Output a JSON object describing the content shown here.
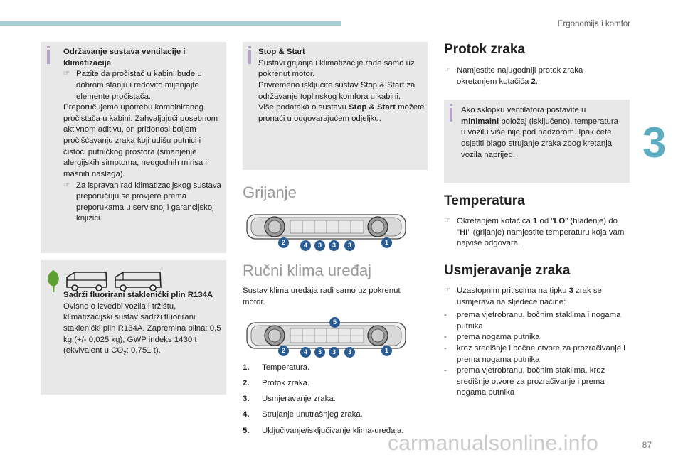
{
  "header": {
    "running_head": "Ergonomija i komfor",
    "chapter": "3",
    "page_number": "87"
  },
  "watermark": "carmanualsonline.info",
  "maintenance_box": {
    "title": "Održavanje sustava ventilacije i klimatizacije",
    "bullet1": "Pazite da pročistač u kabini bude u dobrom stanju i redovito mijenjajte elemente pročistača.",
    "para": "Preporučujemo upotrebu kombiniranog pročistača u kabini. Zahvaljujući posebnom aktivnom aditivu, on pridonosi boljem pročišćavanju zraka koji udišu putnici i čistoći putničkog prostora (smanjenje alergijskih simptoma, neugodnih mirisa i masnih naslaga).",
    "bullet2": "Za ispravan rad klimatizacijskog sustava preporučuju se provjere prema preporukama u servisnoj i garancijskoj knjižici."
  },
  "eco_box": {
    "title": "Sadrži fluorirani staklenički plin R134A",
    "text_before_sub": "Ovisno o izvedbi vozila i tržištu, klimatizacijski sustav sadrži fluorirani staklenički plin R134A. Zapremina plina: 0,5 kg (+/- 0,025 kg), GWP indeks 1430 t (ekvivalent u CO",
    "sub": "2",
    "text_after_sub": ": 0,751 t).",
    "icons": [
      "leaf-icon",
      "van-icon",
      "van-icon"
    ]
  },
  "stop_start_box": {
    "title": "Stop & Start",
    "line1": "Sustavi grijanja i klimatizacije rade samo uz pokrenut motor.",
    "line2": "Privremeno isključite sustav Stop & Start za održavanje toplinskog komfora u kabini.",
    "line3_pre": "Više podataka o sustavu ",
    "line3_bold": "Stop & Start",
    "line3_post": " možete pronaći u odgovarajućem odjeljku."
  },
  "grijanje": {
    "title": "Grijanje",
    "callouts": [
      "2",
      "4",
      "3",
      "3",
      "3",
      "1"
    ]
  },
  "rucni": {
    "title": "Ručni klima uređaj",
    "intro": "Sustav klima uređaja radi samo uz pokrenut motor.",
    "callouts": [
      "5",
      "2",
      "4",
      "3",
      "3",
      "3",
      "1"
    ],
    "items": [
      {
        "n": "1.",
        "t": "Temperatura."
      },
      {
        "n": "2.",
        "t": "Protok zraka."
      },
      {
        "n": "3.",
        "t": "Usmjeravanje zraka."
      },
      {
        "n": "4.",
        "t": "Strujanje unutrašnjeg zraka."
      },
      {
        "n": "5.",
        "t": "Uključivanje/isključivanje klima-uređaja."
      }
    ]
  },
  "protok": {
    "title": "Protok zraka",
    "bullet_pre": "Namjestite najugodniji protok zraka okretanjem kotačića ",
    "bullet_bold": "2",
    "bullet_post": ".",
    "info_pre": "Ako sklopku ventilatora postavite u ",
    "info_bold": "minimalni",
    "info_post": " položaj (isključeno), temperatura u vozilu više nije pod nadzorom. Ipak ćete osjetiti blago strujanje zraka zbog kretanja vozila naprijed."
  },
  "temperatura": {
    "title": "Temperatura",
    "p1": "Okretanjem kotačića ",
    "b1": "1",
    "p2": " od \"",
    "b2": "LO",
    "p3": "\" (hlađenje) do \"",
    "b3": "HI",
    "p4": "\" (grijanje) namjestite temperaturu koja vam najviše odgovara."
  },
  "usmjeravanje": {
    "title": "Usmjeravanje zraka",
    "p1": "Uzastopnim pritiscima na tipku ",
    "b1": "3",
    "p2": " zrak se usmjerava na sljedeće načine:",
    "items": [
      "prema vjetrobranu, bočnim staklima i nogama putnika",
      "prema nogama putnika",
      "kroz središnje i bočne otvore za prozračivanje i prema nogama putnika",
      "prema vjetrobranu, bočnim staklima, kroz središnje otvore za prozračivanje i prema nogama putnika"
    ]
  },
  "colors": {
    "accent": "#5dadc2",
    "box_bg": "#e8e8e8",
    "eco_green": "#5c9e2f",
    "callout_blue": "#2a5c94"
  }
}
